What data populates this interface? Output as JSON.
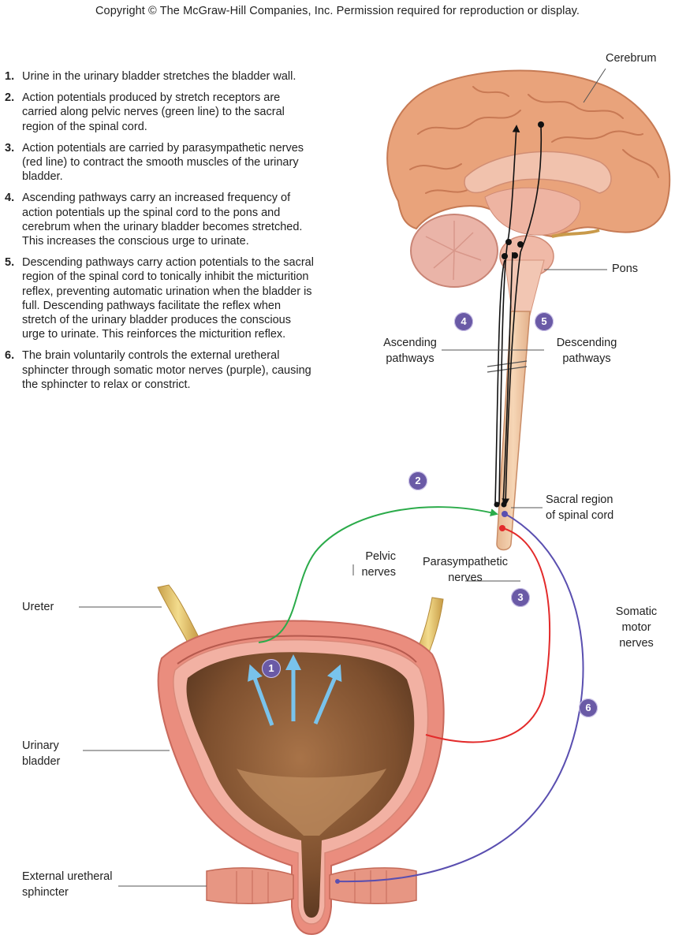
{
  "copyright": "Copyright © The McGraw-Hill Companies, Inc. Permission required for reproduction or display.",
  "steps": [
    {
      "num": "1.",
      "text": "Urine in the urinary bladder stretches the bladder wall."
    },
    {
      "num": "2.",
      "text": "Action potentials produced by stretch receptors are carried along pelvic nerves (green line) to the sacral region of the spinal cord."
    },
    {
      "num": "3.",
      "text": "Action potentials are carried by parasympathetic nerves (red line) to contract the smooth muscles of the urinary bladder."
    },
    {
      "num": "4.",
      "text": "Ascending pathways carry an increased frequency of action potentials up the spinal cord to the pons and cerebrum when the urinary bladder becomes stretched. This increases the conscious urge to urinate."
    },
    {
      "num": "5.",
      "text": "Descending pathways carry action potentials to the sacral region of the spinal cord to tonically inhibit the micturition reflex, preventing automatic urination when the bladder is full. Descending pathways facilitate the reflex when stretch of the urinary bladder produces the conscious urge to urinate. This reinforces the micturition reflex."
    },
    {
      "num": "6.",
      "text": "The brain voluntarily controls the external uretheral sphincter through somatic motor nerves (purple), causing the sphincter to relax or constrict."
    }
  ],
  "labels": {
    "cerebrum": "Cerebrum",
    "pons": "Pons",
    "ascending": "Ascending\npathways",
    "descending": "Descending\npathways",
    "sacral": "Sacral region\nof spinal cord",
    "pelvic": "Pelvic\nnerves",
    "parasympathetic": "Parasympathetic\nnerves",
    "somatic": "Somatic\nmotor\nnerves",
    "ureter": "Ureter",
    "urinary_bladder": "Urinary\nbladder",
    "sphincter": "External uretheral\nsphincter"
  },
  "badges": [
    "1",
    "2",
    "3",
    "4",
    "5",
    "6"
  ],
  "colors": {
    "pelvic_nerve": "#2bab4a",
    "parasympathetic_nerve": "#e32b2b",
    "somatic_nerve": "#5a4fb0",
    "badge": "#6a5aa6",
    "brain": "#e8a27a",
    "bladder_wall": "#e9897a",
    "bladder_interior": "#8a5a33",
    "stretch_arrow": "#79c3ec"
  }
}
